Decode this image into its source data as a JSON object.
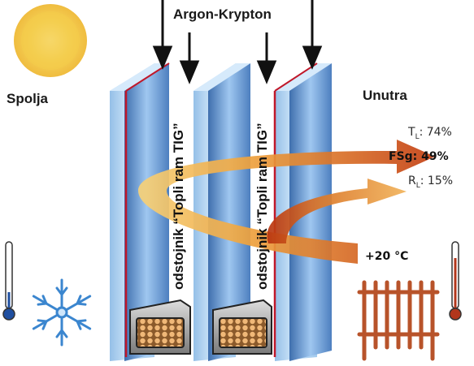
{
  "gas_label": "Argon-Krypton",
  "outside_label": "Spolja",
  "inside_label": "Unutra",
  "spacer_label": "odstojnik “Topli ram TIG”",
  "metrics": {
    "tl_symbol": "T",
    "tl_sub": "L",
    "tl_value": ": 74%",
    "fsg": "FSg: 49%",
    "rl_symbol": "R",
    "rl_sub": "L",
    "rl_value": ": 15%"
  },
  "indoor_temp": "+20 °C",
  "icons": [
    "sun-icon",
    "snowflake-icon",
    "thermometer-cold-icon",
    "thermometer-warm-icon",
    "radiator-icon"
  ],
  "colors": {
    "glass": "#a9cdf0",
    "coating": "#c0182a",
    "energy_arrow": "#c84a14",
    "sun": "#f2c23b"
  }
}
